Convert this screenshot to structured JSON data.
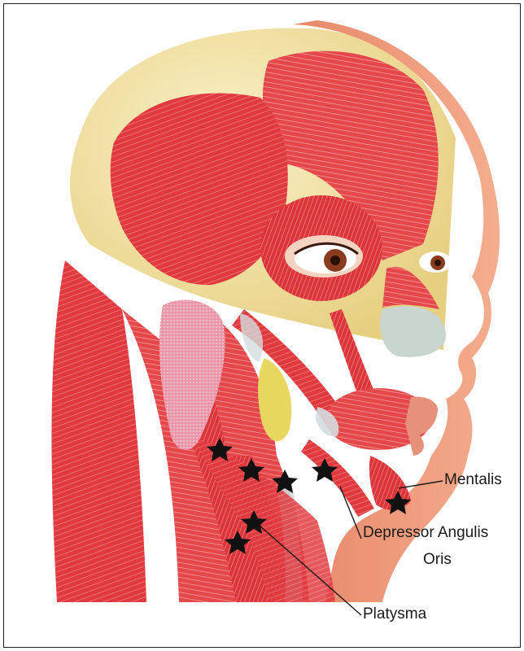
{
  "labels": {
    "mentalis": "Mentalis",
    "depressor_line1": "Depressor Angulis",
    "depressor_line2": "Oris",
    "platysma": "Platysma"
  },
  "colors": {
    "muscle": "#e03a3f",
    "muscle_dark": "#b8242b",
    "skin": "#f0a27f",
    "bone": "#f2e3a6",
    "tendon": "#c9d3d6",
    "gland": "#eaa0b0",
    "star": "#111111"
  },
  "icons": [
    "star-marker-icon",
    "eye-icon",
    "ear-icon"
  ]
}
